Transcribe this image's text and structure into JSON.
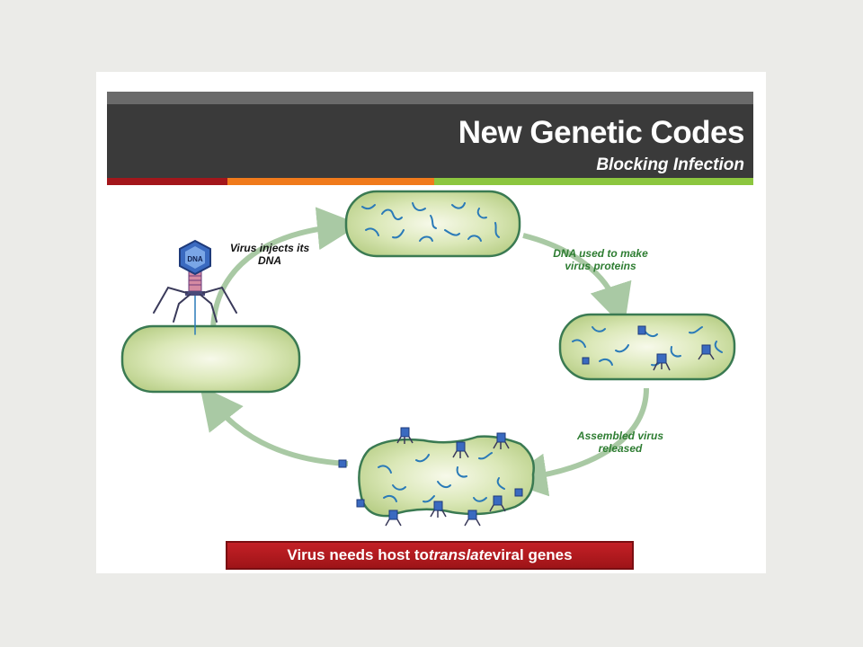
{
  "slide": {
    "title": "New Genetic Codes",
    "subtitle": "Blocking Infection",
    "banner": {
      "prefix": "Virus needs host to ",
      "emphasis": "translate",
      "suffix": " viral genes"
    }
  },
  "diagram": {
    "labels": {
      "inject": "Virus injects its\nDNA",
      "proteins": "DNA used to make\nvirus proteins",
      "released": "Assembled virus\nreleased",
      "dna_badge": "DNA"
    }
  },
  "colors": {
    "background": "#ebebe8",
    "header_bg": "#3a3a3a",
    "header_topline": "#6a6a6a",
    "bar_red": "#a3161b",
    "bar_orange": "#f07a1b",
    "bar_green": "#8cc63f",
    "cell_fill": "#cfe0a8",
    "cell_border": "#3a7a52",
    "arrow": "#a9c9a4",
    "dna_strand": "#2a7ab8",
    "label_black": "#111111",
    "label_green": "#2e7d32",
    "banner_red": "#c42026"
  }
}
